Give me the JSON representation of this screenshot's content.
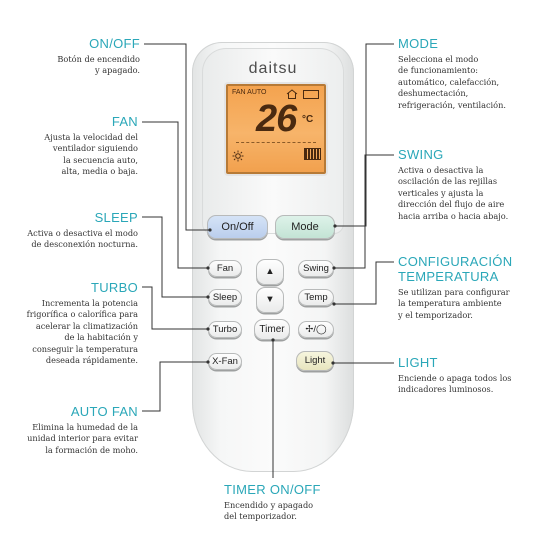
{
  "remote": {
    "brand": "daitsu",
    "lcd": {
      "mode": "FAN AUTO",
      "temperature": "26",
      "unit": "°C"
    },
    "buttons": {
      "on_off": "On/Off",
      "mode": "Mode",
      "fan": "Fan",
      "sleep": "Sleep",
      "turbo": "Turbo",
      "x_fan": "X-Fan",
      "up": "▲",
      "down": "▼",
      "timer": "Timer",
      "swing": "Swing",
      "temp": "Temp",
      "fan_icon": "✢/◯",
      "light": "Light"
    }
  },
  "callouts": {
    "on_off": {
      "title": "ON/OFF",
      "lines": [
        "Botón de encendido",
        "y apagado."
      ]
    },
    "fan": {
      "title": "FAN",
      "lines": [
        "Ajusta la velocidad del",
        "ventilador siguiendo",
        "la secuencia auto,",
        "alta, media o baja."
      ]
    },
    "sleep": {
      "title": "SLEEP",
      "lines": [
        "Activa o desactiva el modo",
        "de desconexión nocturna."
      ]
    },
    "turbo": {
      "title": "TURBO",
      "lines": [
        "Incrementa la potencia",
        "frigorífica o calorífica para",
        "acelerar la climatización",
        "de la habitación y",
        "conseguir la temperatura",
        "deseada rápidamente."
      ]
    },
    "auto_fan": {
      "title": "AUTO FAN",
      "lines": [
        "Elimina la humedad de la",
        "unidad interior para evitar",
        "la formación de moho."
      ]
    },
    "mode": {
      "title": "MODE",
      "lines": [
        "Selecciona el modo",
        "de funcionamiento:",
        "automático, calefacción,",
        "deshumectación,",
        "refrigeración, ventilación."
      ]
    },
    "swing": {
      "title": "SWING",
      "lines": [
        "Activa o desactiva la",
        "oscilación de las rejillas",
        "verticales y ajusta la",
        "dirección del flujo de aire",
        "hacia arriba o hacia abajo."
      ]
    },
    "config_temp": {
      "title_lines": [
        "CONFIGURACIÓN",
        "TEMPERATURA"
      ],
      "lines": [
        "Se utilizan para configurar",
        "la temperatura  ambiente",
        "y el temporizador."
      ]
    },
    "light": {
      "title": "LIGHT",
      "lines": [
        "Enciende o apaga todos los",
        "indicadores luminosos."
      ]
    },
    "timer": {
      "title": "TIMER ON/OFF",
      "lines": [
        "Encendido y apagado",
        "del temporizador."
      ]
    }
  },
  "colors": {
    "accent": "#2aa7b8",
    "text": "#333333",
    "on_off_button": "#c6d7f0",
    "mode_button": "#cfe9dd",
    "light_button": "#eeecc9",
    "lcd": "#f5aa5a"
  }
}
